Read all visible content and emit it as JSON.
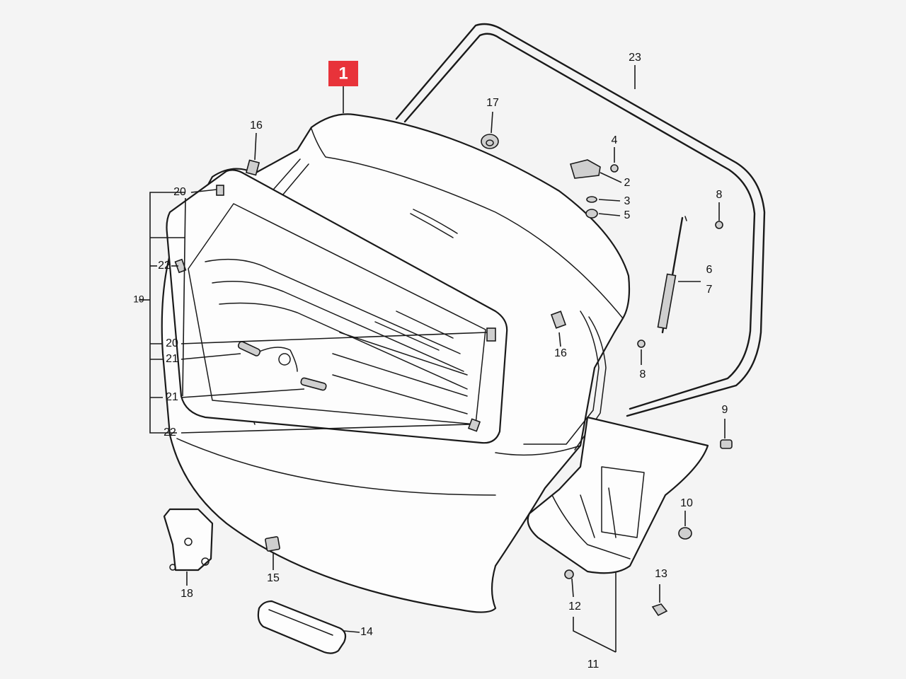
{
  "diagram": {
    "highlight": {
      "number": "1",
      "color": "#e8333a"
    },
    "callouts": {
      "c1": "1",
      "c2": "2",
      "c3": "3",
      "c4": "4",
      "c5": "5",
      "c6": "6",
      "c7": "7",
      "c8a": "8",
      "c8b": "8",
      "c9": "9",
      "c10": "10",
      "c11": "11",
      "c12": "12",
      "c13": "13",
      "c14": "14",
      "c15": "15",
      "c16a": "16",
      "c16b": "16",
      "c17": "17",
      "c18": "18",
      "c19": "19",
      "c20a": "20",
      "c20b": "20",
      "c21a": "21",
      "c21b": "21",
      "c22a": "22",
      "c22b": "22",
      "c23": "23"
    },
    "colors": {
      "line": "#1a1a1a",
      "background": "#f4f4f4"
    }
  }
}
